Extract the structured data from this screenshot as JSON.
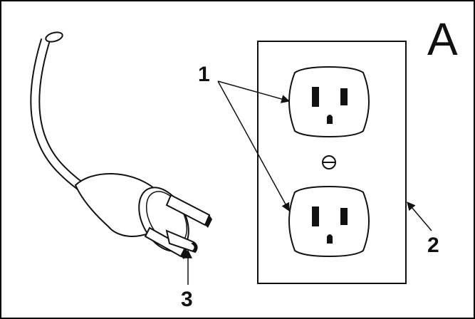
{
  "panel_letter": "A",
  "callouts": {
    "outlets": "1",
    "cover_plate": "2",
    "ground_pin": "3"
  },
  "colors": {
    "ink": "#111111",
    "paper": "#ffffff"
  }
}
